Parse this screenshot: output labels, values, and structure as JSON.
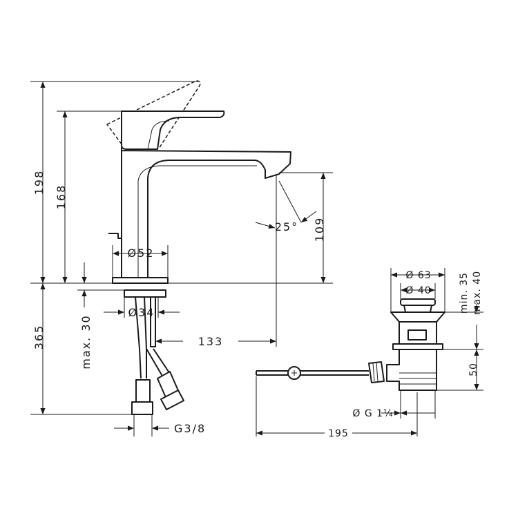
{
  "dimensions": {
    "total_height": "198",
    "handle_height": "168",
    "installation_depth": "365",
    "spout_height": "109",
    "outlet_angle": "25°",
    "body_diameter": "Ø52",
    "shank_diameter": "Ø34",
    "max_deck_thickness": "max. 30",
    "spout_reach": "133",
    "connection_thread": "G3/8",
    "waste_head_diameter": "Ø 63",
    "waste_plug_diameter": "Ø 40",
    "waste_min": "min. 35",
    "waste_max": "max. 40",
    "waste_height": "50",
    "waste_thread": "Ø G 1¼",
    "pullrod_length": "195"
  }
}
